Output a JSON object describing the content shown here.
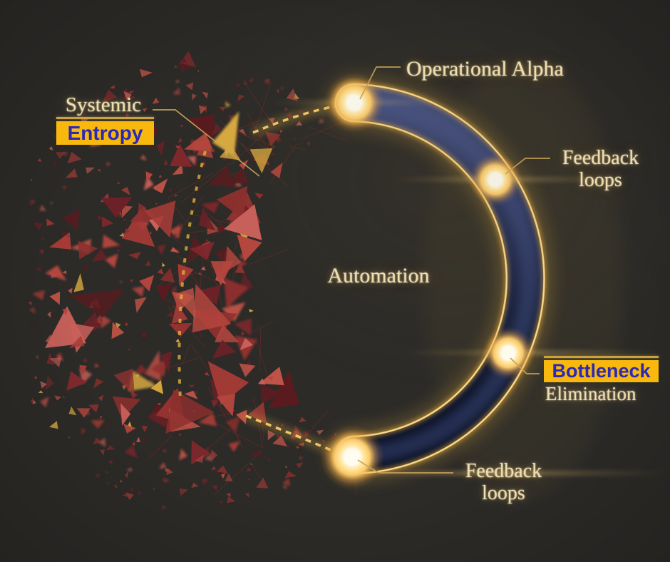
{
  "canvas": {
    "background": "#2c2b28"
  },
  "labels": {
    "systemic": {
      "title": "Systemic",
      "highlight": "Entropy"
    },
    "operational_alpha": {
      "title": "Operational Alpha"
    },
    "feedback_top": {
      "line1": "Feedback",
      "line2": "loops"
    },
    "automation": {
      "title": "Automation"
    },
    "bottleneck": {
      "highlight": "Bottleneck",
      "subtitle": "Elimination"
    },
    "feedback_bottom": {
      "line1": "Feedback",
      "line2": "loops"
    }
  },
  "colors": {
    "background": "#2c2b28",
    "gold_text": "#f0dfae",
    "gold_edge": "#f3c869",
    "overline": "#c9a43c",
    "leader_line": "#c8a259",
    "highlight_bg": "#f8b80d",
    "highlight_text": "#2b29b5",
    "band_navy_light": "#46517f",
    "band_navy_dark": "#0c1226",
    "particle_red": "#a63b36",
    "orb_core": "#fffdf2"
  }
}
